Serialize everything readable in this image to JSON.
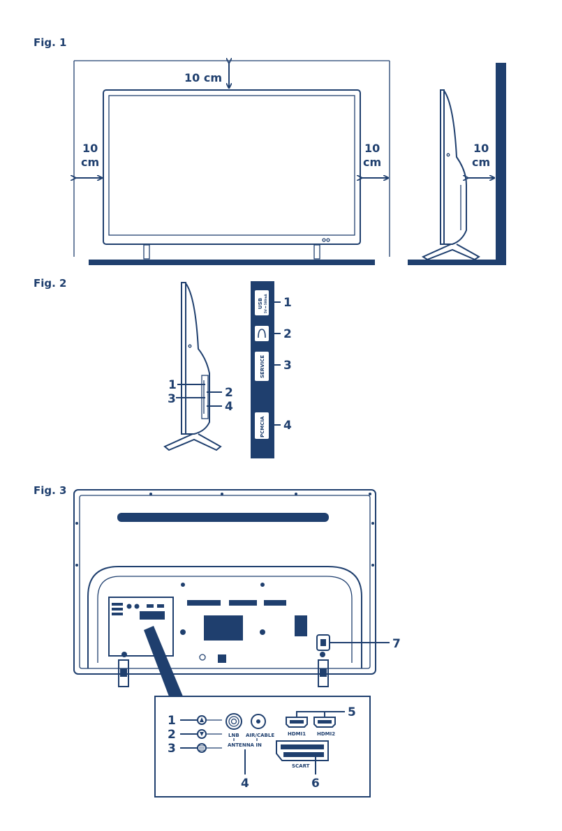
{
  "colors": {
    "ink": "#1f3f6e",
    "paper": "#ffffff"
  },
  "fig1": {
    "title": "Fig. 1",
    "top_gap": "10 cm",
    "left_gap_value": "10",
    "left_gap_unit": "cm",
    "right_gap_value": "10",
    "right_gap_unit": "cm",
    "wall_gap_value": "10",
    "wall_gap_unit": "cm"
  },
  "fig2": {
    "title": "Fig. 2",
    "callouts": [
      "1",
      "2",
      "3",
      "4"
    ],
    "ports": {
      "usb": "USB",
      "usb_spec": "5V ⎓ 500mA",
      "service": "SERVICE",
      "pcmcia": "PCMCIA"
    }
  },
  "fig3": {
    "title": "Fig. 3",
    "callouts": [
      "1",
      "2",
      "3",
      "4",
      "5",
      "6",
      "7"
    ],
    "labels": {
      "lnb": "LNB",
      "air_cable": "AIR/CABLE",
      "antenna_in": "ANTENNA  IN",
      "hdmi1": "HDMI1",
      "hdmi2": "HDMI2",
      "scart": "SCART"
    }
  }
}
